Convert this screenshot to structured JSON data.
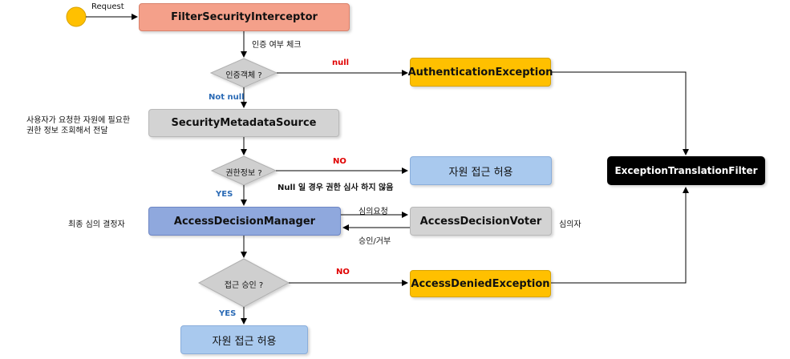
{
  "start": {
    "label": "Request"
  },
  "nodes": {
    "filter_security_interceptor": "FilterSecurityInterceptor",
    "security_metadata_source": "SecurityMetadataSource",
    "access_decision_manager": "AccessDecisionManager",
    "access_decision_voter": "AccessDecisionVoter",
    "authentication_exception": "AuthenticationException",
    "access_denied_exception": "AccessDeniedException",
    "exception_translation_filter": "ExceptionTranslationFilter",
    "resource_access_allowed_1": "자원 접근 허용",
    "resource_access_allowed_2": "자원 접근 허용"
  },
  "decisions": {
    "auth_object": "인증객체 ?",
    "permission_info": "권한정보 ?",
    "access_approval": "접근 승인 ?"
  },
  "labels": {
    "auth_check": "인증 여부 체크",
    "null": "null",
    "not_null": "Not null",
    "metadata_desc_line1": "사용자가 요청한 자원에 필요한",
    "metadata_desc_line2": "권한 정보 조회해서 전달",
    "no_1": "NO",
    "null_no_review": "Null 일 경우 권한 심사 하지 않음",
    "yes_1": "YES",
    "final_decider": "최종 심의 결정자",
    "review_request": "심의요청",
    "reviewer": "심의자",
    "approve_reject": "승인/거부",
    "no_2": "NO",
    "yes_2": "YES"
  },
  "colors": {
    "start_circle": "#ffc000",
    "orange_box": "#f4a08a",
    "gray_box": "#d3d3d3",
    "blue_box": "#8fa8dd",
    "yellow_box": "#ffc000",
    "black_box": "#000000",
    "light_blue_box": "#a9c9ee",
    "red_text": "#e00000",
    "blue_text": "#2a6ab5"
  }
}
